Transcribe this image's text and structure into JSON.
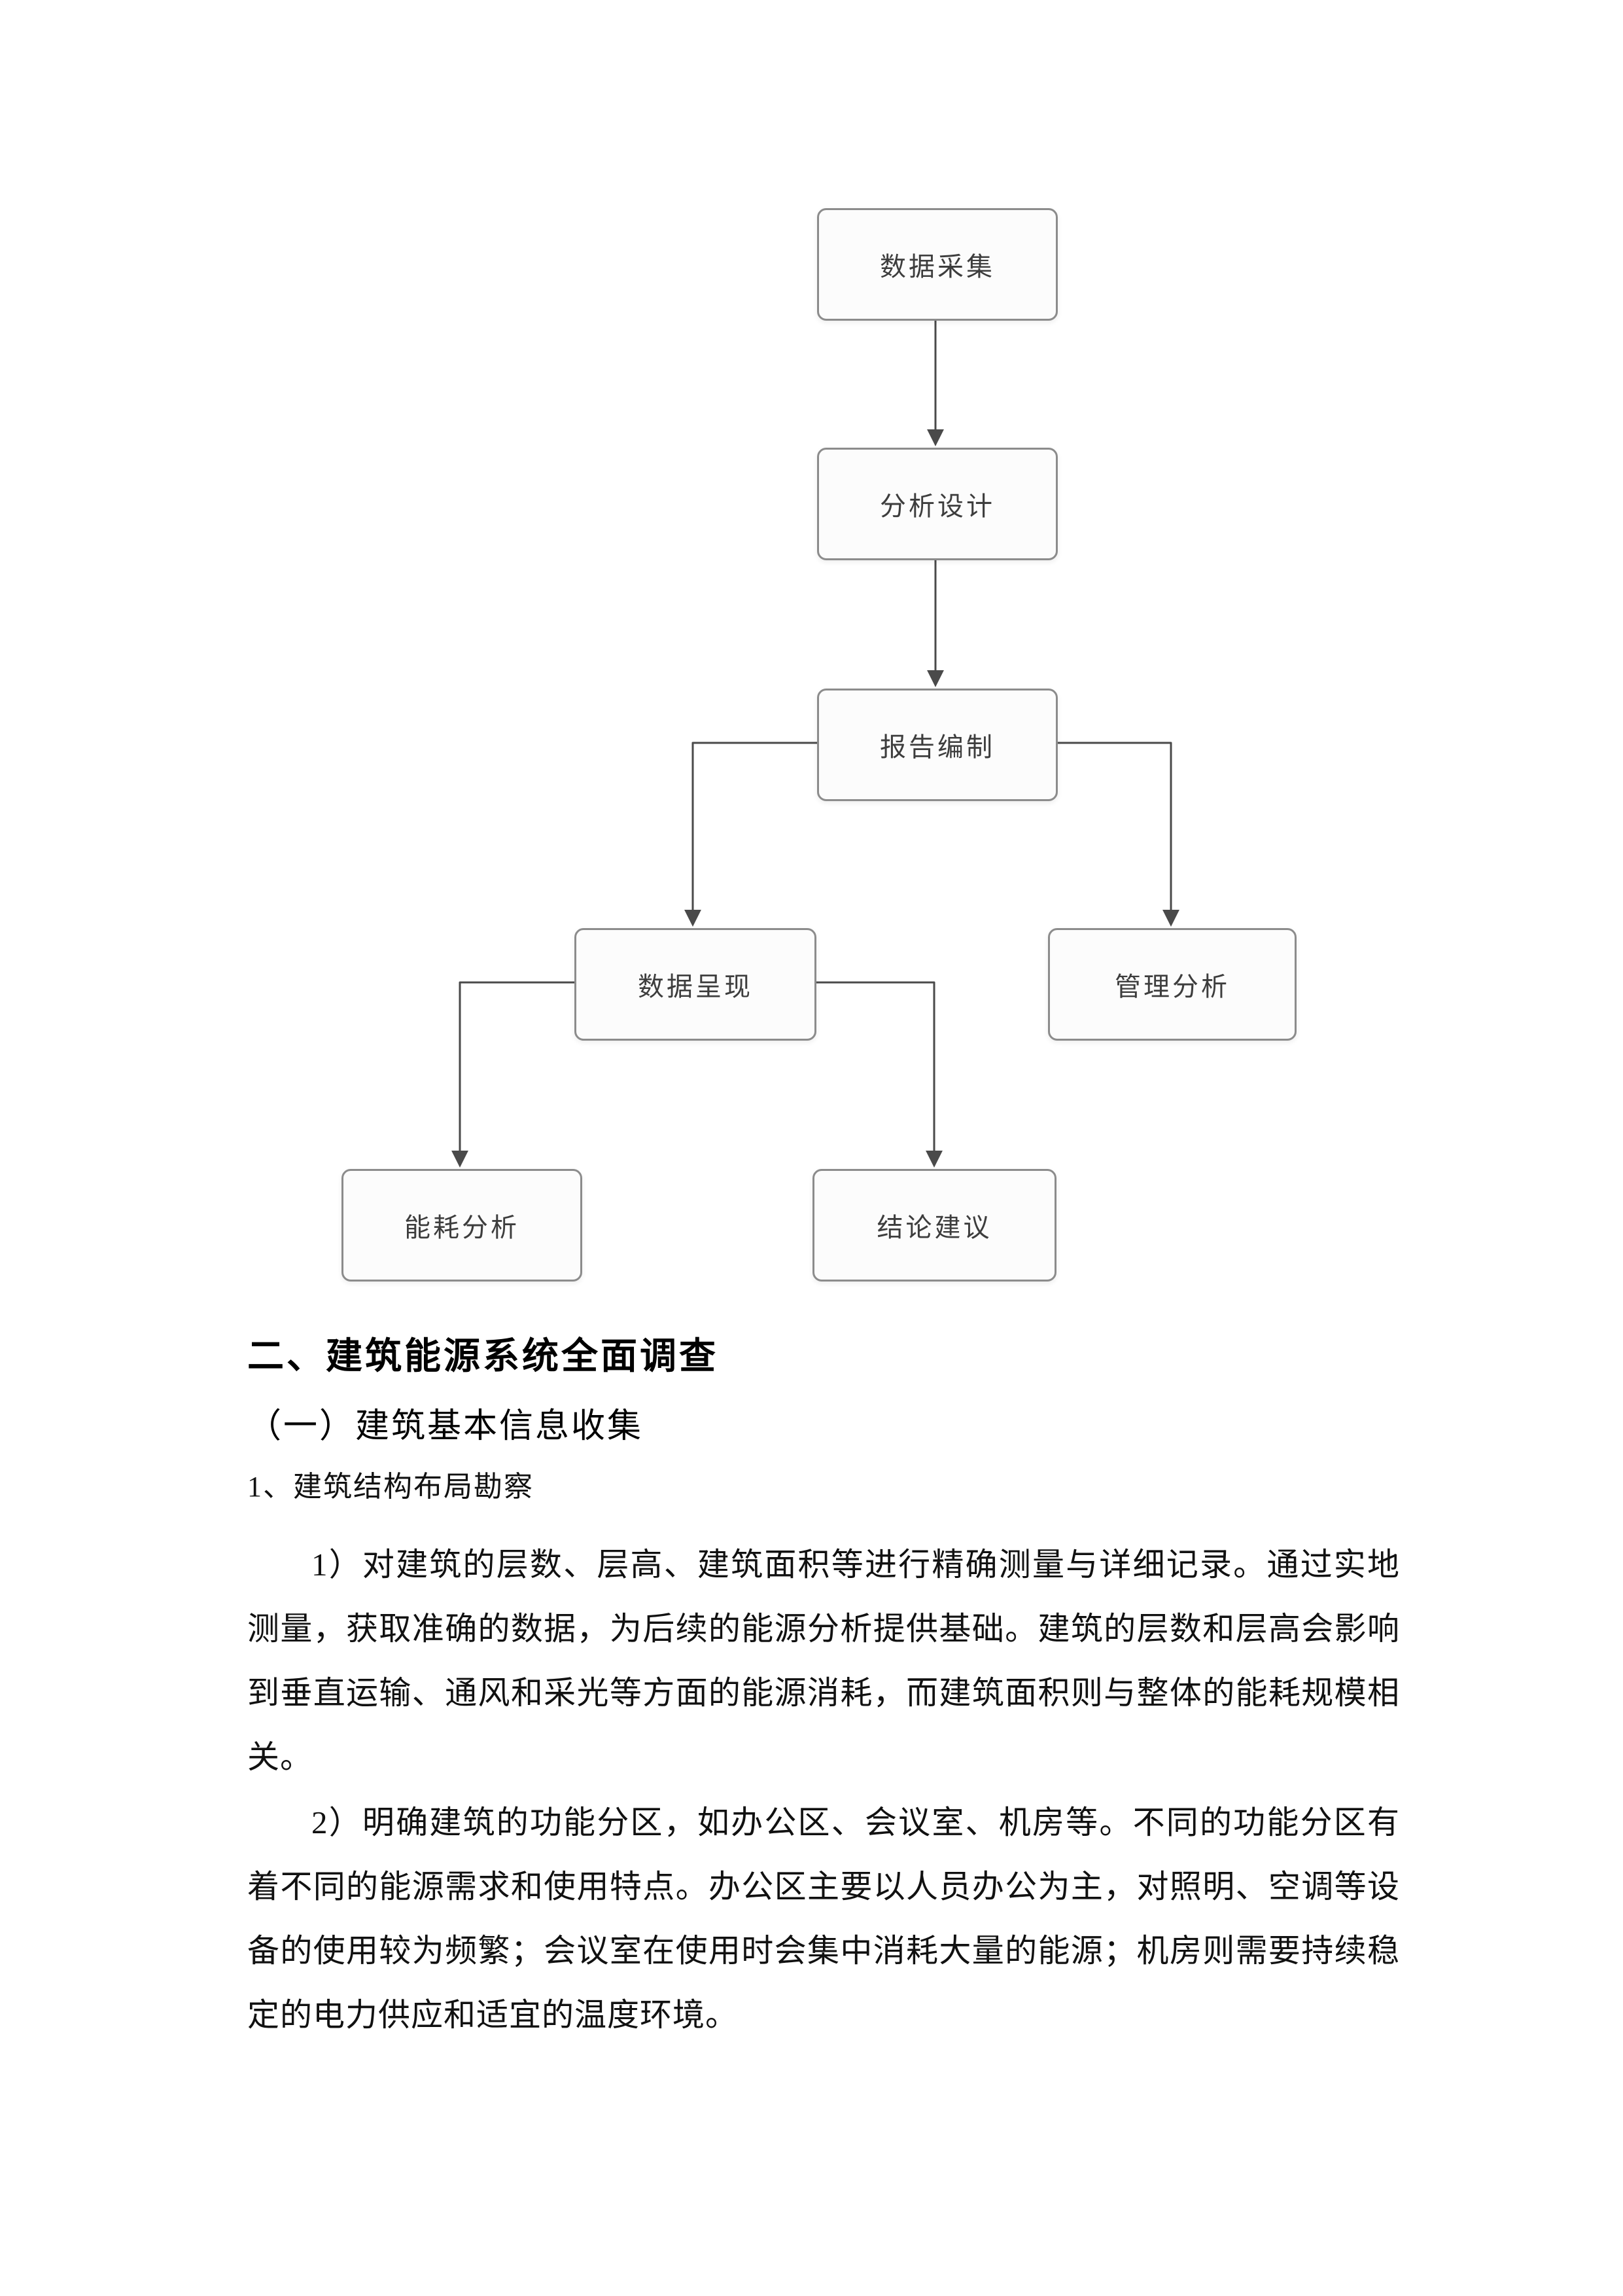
{
  "flowchart": {
    "nodes": [
      {
        "id": "data-collection",
        "label": "数据采集"
      },
      {
        "id": "analysis-design",
        "label": "分析设计"
      },
      {
        "id": "report-compilation",
        "label": "报告编制"
      },
      {
        "id": "data-presentation",
        "label": "数据呈现"
      },
      {
        "id": "management-analysis",
        "label": "管理分析"
      },
      {
        "id": "energy-analysis",
        "label": "能耗分析"
      },
      {
        "id": "conclusion-advice",
        "label": "结论建议"
      }
    ],
    "edges": [
      {
        "from": "数据采集",
        "to": "分析设计"
      },
      {
        "from": "分析设计",
        "to": "报告编制"
      },
      {
        "from": "报告编制",
        "to": "数据呈现"
      },
      {
        "from": "报告编制",
        "to": "管理分析"
      },
      {
        "from": "数据呈现",
        "to": "能耗分析"
      },
      {
        "from": "数据呈现",
        "to": "结论建议"
      }
    ],
    "line_color": "#4a4a4a",
    "box_border_color": "#8c8c8c"
  },
  "document": {
    "heading": "二、建筑能源系统全面调查",
    "subheading": "（一）建筑基本信息收集",
    "item_title": "1、建筑结构布局勘察",
    "paragraphs": [
      "1）对建筑的层数、层高、建筑面积等进行精确测量与详细记录。通过实地测量，获取准确的数据，为后续的能源分析提供基础。建筑的层数和层高会影响到垂直运输、通风和采光等方面的能源消耗，而建筑面积则与整体的能耗规模相关。",
      "2）明确建筑的功能分区，如办公区、会议室、机房等。不同的功能分区有着不同的能源需求和使用特点。办公区主要以人员办公为主，对照明、空调等设备的使用较为频繁；会议室在使用时会集中消耗大量的能源；机房则需要持续稳定的电力供应和适宜的温度环境。"
    ]
  }
}
